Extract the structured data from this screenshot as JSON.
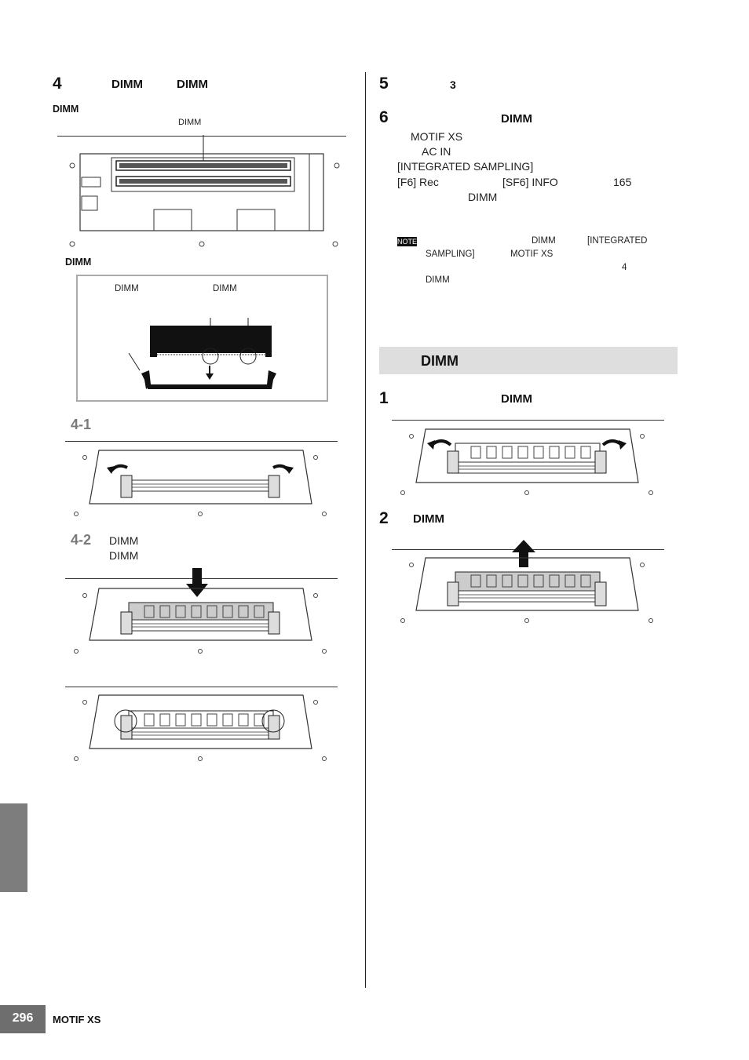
{
  "left": {
    "step4": {
      "num": "4",
      "word1": "DIMM",
      "word2": "DIMM"
    },
    "fig1": {
      "label_top": "DIMM",
      "callout": "DIMM"
    },
    "fig2": {
      "label_top": "DIMM",
      "callout_left": "DIMM",
      "callout_right": "DIMM"
    },
    "sub1": {
      "num": "4-1"
    },
    "sub2": {
      "num": "4-2",
      "line1": "DIMM",
      "line2": "DIMM"
    }
  },
  "right": {
    "step5": {
      "num": "5",
      "ref": "3"
    },
    "step6": {
      "num": "6",
      "head": "DIMM",
      "lines": [
        "MOTIF XS",
        "AC IN",
        "[INTEGRATED SAMPLING]",
        "[F6] Rec",
        "[SF6] INFO",
        "165",
        "DIMM"
      ]
    },
    "note": {
      "icon": "NOTE",
      "t1": "DIMM",
      "t2": "[INTEGRATED",
      "t3": "SAMPLING]",
      "t4": "MOTIF XS",
      "t5": "4",
      "t6": "DIMM"
    },
    "section": {
      "title": "DIMM"
    },
    "r1": {
      "num": "1",
      "text": "DIMM"
    },
    "r2": {
      "num": "2",
      "text": "DIMM"
    }
  },
  "footer": {
    "page": "296",
    "title": "MOTIF XS"
  }
}
